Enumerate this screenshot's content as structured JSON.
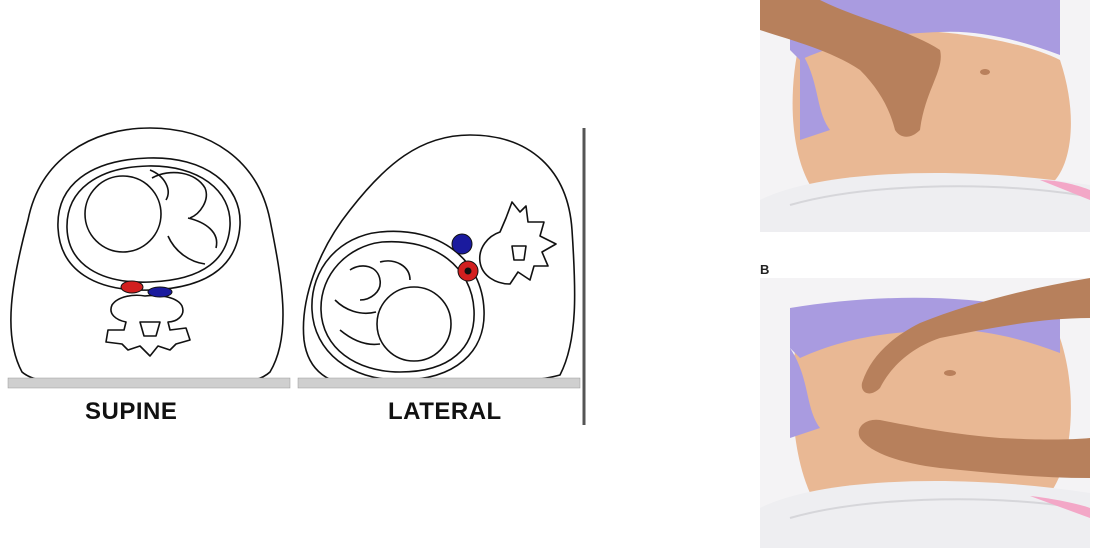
{
  "diagram": {
    "supine_label": "SUPINE",
    "lateral_label": "LATERAL"
  },
  "illustration": {
    "panel_b_label": "B"
  },
  "colors": {
    "aorta": "#d21f1f",
    "vena_cava": "#1a1a9e",
    "gown": "#a99be0",
    "skin": "#e9b894",
    "sheet": "#f1f1f3"
  }
}
